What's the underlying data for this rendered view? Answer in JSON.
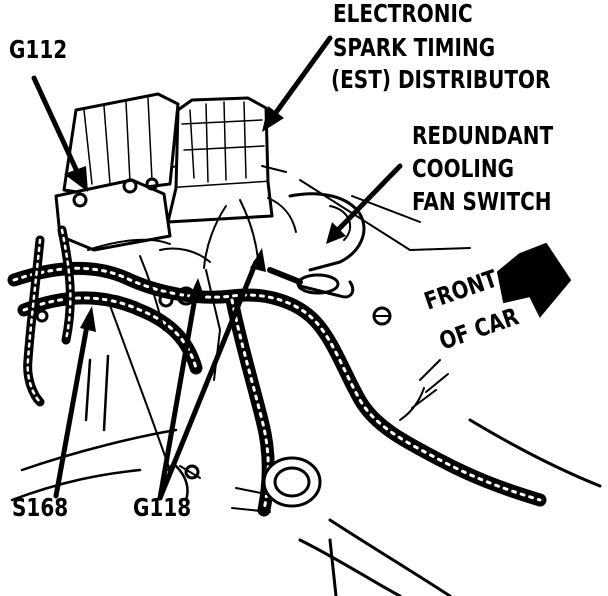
{
  "labels": {
    "est_line_1": "ELECTRONIC",
    "est_line_2": "SPARK TIMING",
    "est_line_3": "(EST) DISTRIBUTOR",
    "g112": "G112",
    "fan_line_1": "REDUNDANT",
    "fan_line_2": "COOLING",
    "fan_line_3": "FAN SWITCH",
    "front_line_1": "FRONT",
    "front_line_2": "OF CAR",
    "s168": "S168",
    "g118": "G118"
  },
  "icons": {
    "front_direction": "arrow-right-icon"
  },
  "colors": {
    "ink": "#000000",
    "paper": "#ffffff"
  }
}
